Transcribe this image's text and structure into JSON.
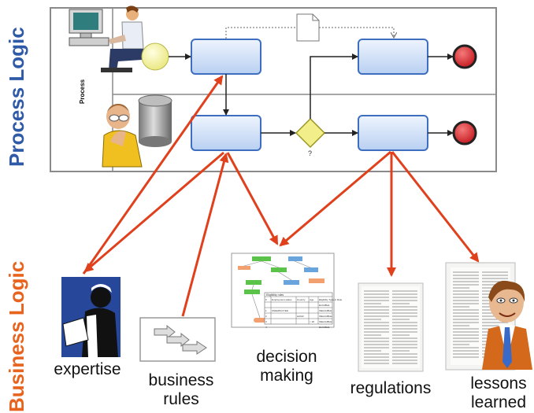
{
  "labels": {
    "process_logic": "Process Logic",
    "business_logic": "Business Logic",
    "lane_label": "Process",
    "gateway_label": "?"
  },
  "captions": {
    "expertise": "expertise",
    "business_rules": "business rules",
    "decision_making": "decision making",
    "regulations": "regulations",
    "lessons_learned": "lessons learned"
  },
  "mini_table": {
    "title": "Eligibility rules",
    "headers": [
      "#",
      "Employment status",
      "Country",
      "Age",
      "Eligibility Type in Rule"
    ],
    "rows": [
      [
        "",
        "",
        "",
        "",
        "ELIGIBLE"
      ],
      [
        "1",
        "UNEMPLOYED",
        "",
        "",
        "INELIGIBLE"
      ],
      [
        "2",
        "",
        "HAGR",
        "",
        "INELIGIBLE"
      ],
      [
        "3",
        "",
        "",
        "< 18",
        "INELIGIBLE"
      ],
      [
        "4",
        "",
        "",
        "",
        "ELIGIBLE"
      ]
    ]
  },
  "colors": {
    "process_logic": "#2f5aa8",
    "business_logic": "#e8641e",
    "arrow": "#e0401c",
    "task_fill": "#cfe0f7",
    "task_stroke": "#3d6ec0",
    "start_event": "#f3f2a0",
    "end_event": "#d9272e",
    "gateway": "#f2ee8a"
  }
}
